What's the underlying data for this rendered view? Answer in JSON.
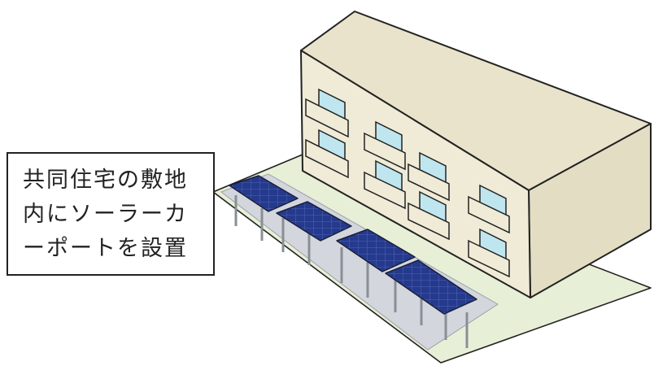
{
  "caption": {
    "lines": [
      "共同住宅の敷地",
      "内にソーラーカ",
      "ーポートを設置"
    ]
  },
  "colors": {
    "wall": "#efebd7",
    "roof": "#e8e3ca",
    "ground": "#e7efd6",
    "parking": "#d3d7dd",
    "panel": "#253a8c",
    "window": "#bfe6ef",
    "outline": "#222222"
  }
}
